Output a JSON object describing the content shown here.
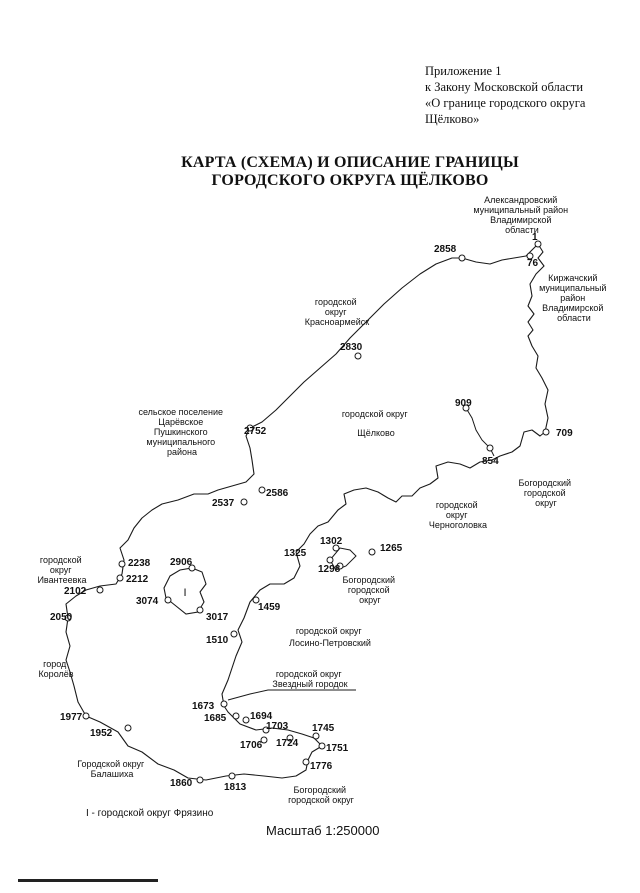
{
  "annex": {
    "line1": "Приложение 1",
    "line2": "к Закону Московской области",
    "line3": "«О границе городского округа",
    "line4": "Щёлково»"
  },
  "title": {
    "line1": "КАРТА (СХЕМА) И ОПИСАНИЕ ГРАНИЦЫ",
    "line2": "ГОРОДСКОГО ОКРУГА ЩЁЛКОВО"
  },
  "regions": {
    "alexandrov": [
      "Александровский",
      "муниципальный район",
      "Владимирской",
      "области"
    ],
    "kirzhach": [
      "Киржачский",
      "муниципальный",
      "район",
      "Владимирской",
      "области"
    ],
    "krasnoarmeysk": [
      "городской",
      "округ",
      "Красноармейск"
    ],
    "tsarevskoe": [
      "сельское поселение",
      "Царёвское",
      "Пушкинского",
      "муниципального",
      "района"
    ],
    "schelkovo": [
      "городской округ",
      "Щёлково"
    ],
    "bogorodsky_ne": [
      "Богородский",
      "городской",
      "округ"
    ],
    "chernogolovka": [
      "городской",
      "округ",
      "Черноголовка"
    ],
    "ivanteevka": [
      "городской",
      "округ",
      "Ивантеевка"
    ],
    "bogorodsky_mid": [
      "Богородский",
      "городской",
      "округ"
    ],
    "losino": [
      "городской округ",
      "Лосино-Петровский"
    ],
    "zvezdny": [
      "городской округ",
      "Звездный городок"
    ],
    "korolev": [
      "город",
      "Королёв"
    ],
    "balashikha": [
      "Городской округ",
      "Балашиха"
    ],
    "bogorodsky_s": [
      "Богородский",
      "городской округ"
    ],
    "fryazino_marker": "I"
  },
  "points": [
    "1",
    "76",
    "2858",
    "2830",
    "2752",
    "2586",
    "2537",
    "909",
    "854",
    "709",
    "1302",
    "1325",
    "1298",
    "1265",
    "2238",
    "2212",
    "2102",
    "2906",
    "3074",
    "3017",
    "2050",
    "1459",
    "1510",
    "1977",
    "1952",
    "1673",
    "1685",
    "1694",
    "1703",
    "1706",
    "1724",
    "1745",
    "1751",
    "1776",
    "1860",
    "1813"
  ],
  "legend": "I - городской округ Фрязино",
  "scale": "Масштаб 1:250000"
}
